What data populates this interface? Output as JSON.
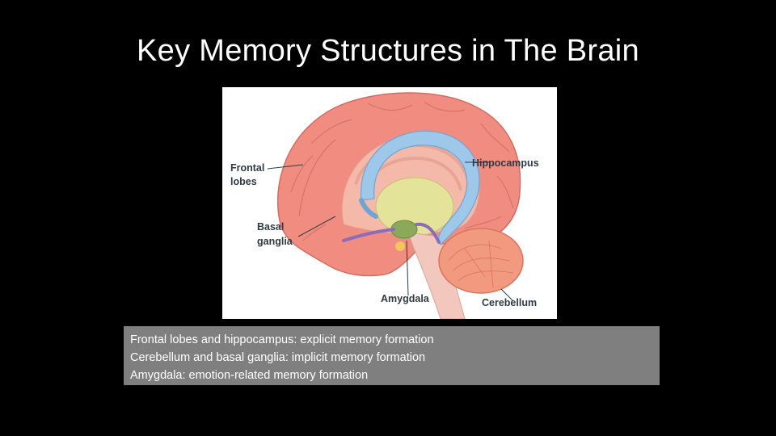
{
  "slide": {
    "title": "Key Memory Structures in The Brain"
  },
  "figure": {
    "labels": {
      "frontal_line1": "Frontal",
      "frontal_line2": "lobes",
      "hippocampus": "Hippocampus",
      "basal_line1": "Basal",
      "basal_line2": "ganglia",
      "amygdala": "Amygdala",
      "cerebellum": "Cerebellum"
    },
    "colors": {
      "cortex": "#f08d80",
      "hippocampus": "#9ec8ea",
      "basal_ganglia": "#e4e39a",
      "amygdala": "#8aa95a",
      "cerebellum": "#f29a80",
      "brainstem": "#f2c7bd",
      "pathway": "#8a6db8"
    }
  },
  "caption": {
    "lines": [
      "Frontal lobes and hippocampus: explicit memory formation",
      "Cerebellum and basal ganglia: implicit memory formation",
      "Amygdala: emotion-related memory formation"
    ]
  }
}
